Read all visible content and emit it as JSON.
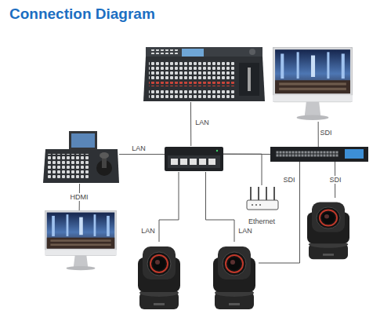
{
  "diagram": {
    "title": "Connection Diagram",
    "nodes": [
      {
        "text": []
      },
      {
        "text": []
      },
      {
        "text": []
      },
      {
        "text": []
      },
      {
        "text": []
      },
      {
        "text": [
          "Ethernet"
        ]
      },
      {
        "text": []
      },
      {
        "text": []
      },
      {
        "text": []
      },
      {
        "text": []
      }
    ],
    "edges": [
      {
        "from": 0,
        "to": 3,
        "label": "LAN",
        "arrow": "none"
      },
      {
        "from": 2,
        "to": 3,
        "label": "LAN",
        "arrow": "none"
      },
      {
        "from": 2,
        "to": 7,
        "label": "HDMI",
        "arrow": "none"
      },
      {
        "from": 3,
        "to": 8,
        "label": "LAN",
        "arrow": "none"
      },
      {
        "from": 3,
        "to": 9,
        "label": "LAN",
        "arrow": "none"
      },
      {
        "from": 3,
        "to": 5,
        "arrow": "none"
      },
      {
        "from": 3,
        "to": 4,
        "arrow": "none"
      },
      {
        "from": 1,
        "to": 4,
        "label": "SDI",
        "arrow": "none"
      },
      {
        "from": 4,
        "to": 6,
        "label": "SDI",
        "arrow": "none"
      },
      {
        "from": 4,
        "to": 9,
        "label": "SDI",
        "arrow": "none"
      }
    ]
  }
}
